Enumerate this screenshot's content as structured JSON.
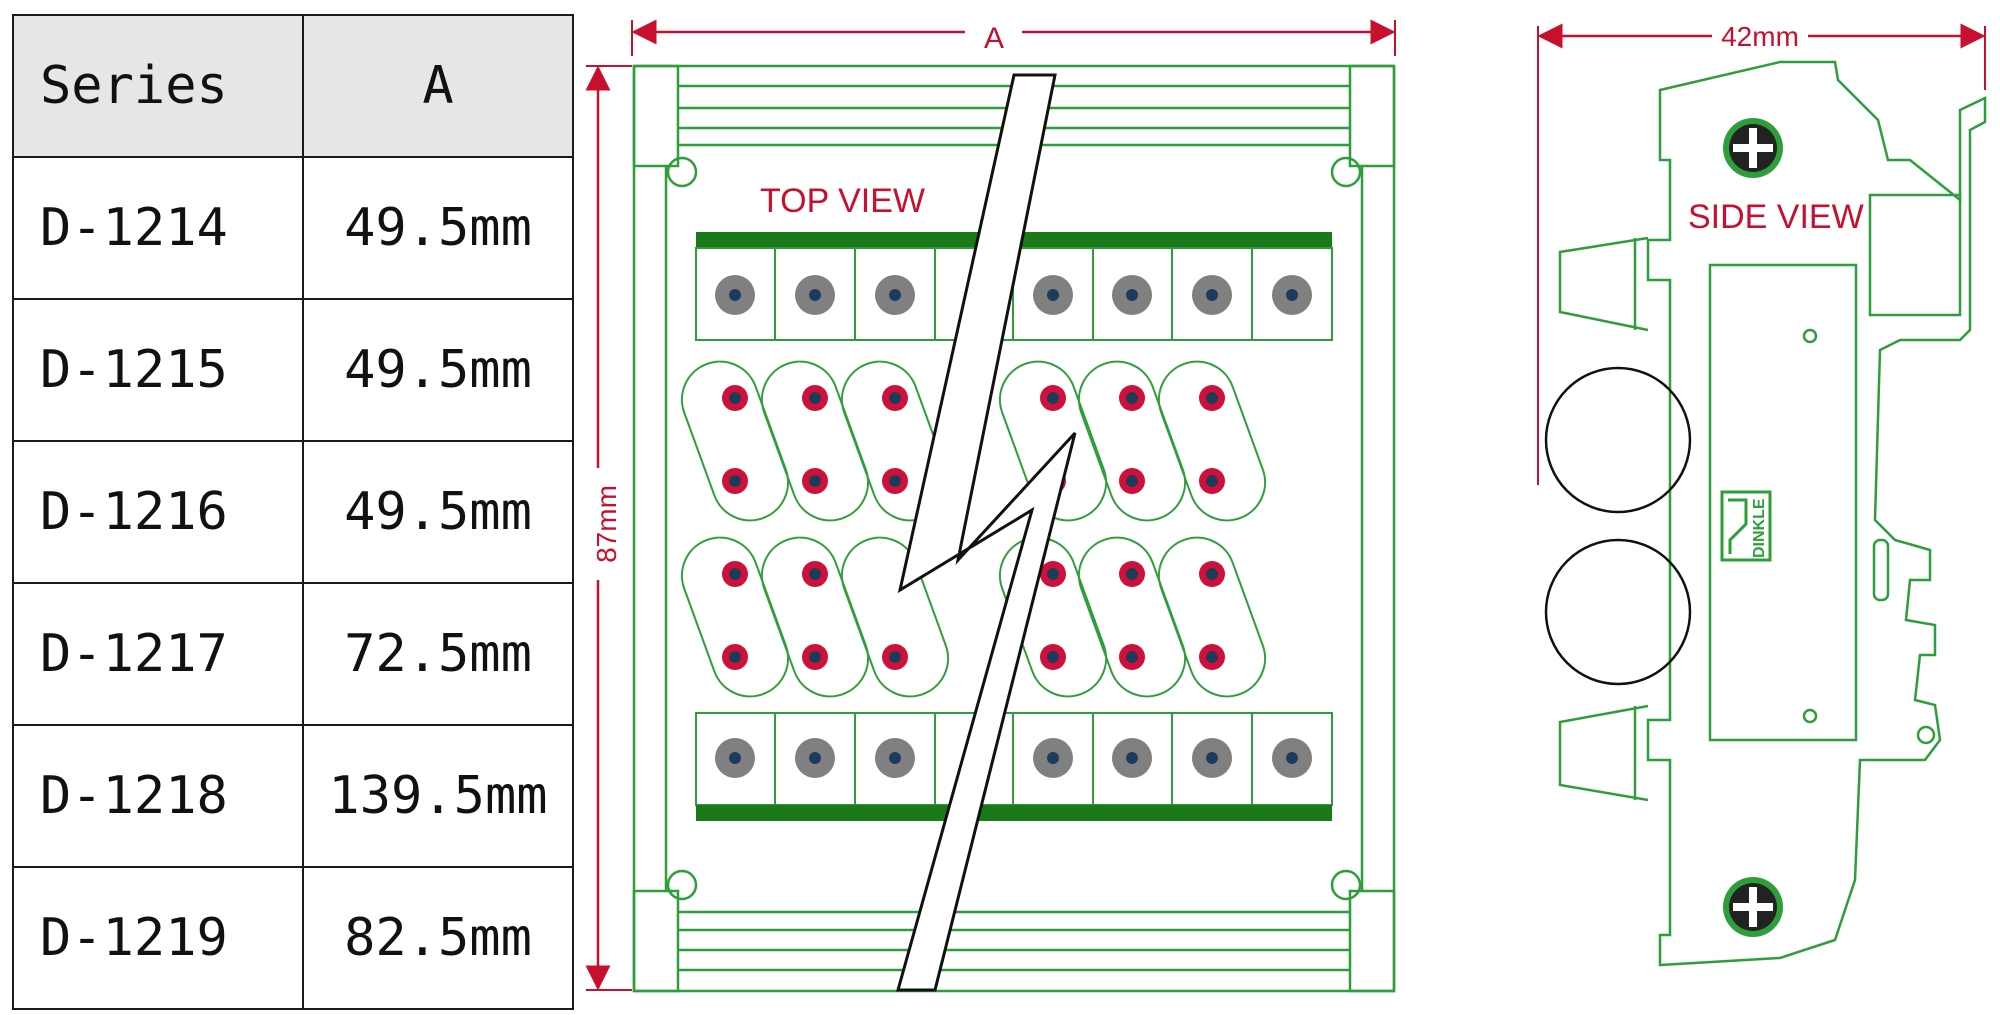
{
  "table": {
    "headers": [
      "Series",
      "A"
    ],
    "rows": [
      {
        "series": "D-1214",
        "a": "49.5mm"
      },
      {
        "series": "D-1215",
        "a": "49.5mm"
      },
      {
        "series": "D-1216",
        "a": "49.5mm"
      },
      {
        "series": "D-1217",
        "a": "72.5mm"
      },
      {
        "series": "D-1218",
        "a": "139.5mm"
      },
      {
        "series": "D-1219",
        "a": "82.5mm"
      }
    ]
  },
  "top_view": {
    "label": "TOP VIEW",
    "width_dim": "A",
    "height_dim": "87mm"
  },
  "side_view": {
    "label": "SIDE VIEW",
    "width_dim": "42mm",
    "logo_text": "DINKLE"
  },
  "colors": {
    "outline": "#2e9e3a",
    "dimension": "#c8102e",
    "terminal_bar": "#1a7a1a",
    "screw_gray": "#808080",
    "screw_dot": "#1f3b5c",
    "pin_red": "#d0103a"
  }
}
